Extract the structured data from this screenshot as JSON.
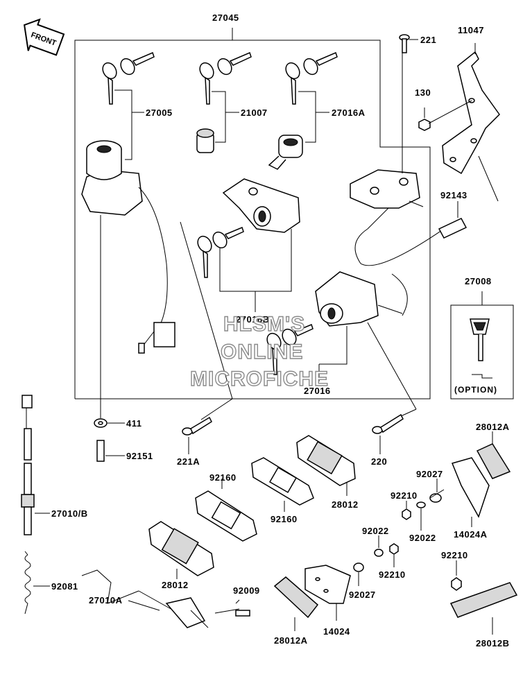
{
  "labels": {
    "p27045": "27045",
    "p221": "221",
    "p11047": "11047",
    "p130": "130",
    "p27005": "27005",
    "p21007": "21007",
    "p27016a": "27016A",
    "p92143": "92143",
    "p27008": "27008",
    "p27016b": "27016B",
    "p27016": "27016",
    "p411": "411",
    "p92151": "92151",
    "p221a": "221A",
    "p220": "220",
    "p28012a_top": "28012A",
    "p92160_a": "92160",
    "p92160_b": "92160",
    "p28012_top": "28012",
    "p92027_top": "92027",
    "p92210_top": "92210",
    "p27010b": "27010/B",
    "p92022_a": "92022",
    "p92022_b": "92022",
    "p14024a": "14024A",
    "p28012_left": "28012",
    "p92210_mid": "92210",
    "p92210_right": "92210",
    "p92081": "92081",
    "p92009": "92009",
    "p27010a": "27010A",
    "p92027_bot": "92027",
    "p28012a_bot": "28012A",
    "p14024": "14024",
    "p28012b": "28012B"
  },
  "front_arrow": "FRONT",
  "option_label": "(OPTION)",
  "watermark": [
    "HLSM'S",
    "ONLINE",
    "MICROFICHE"
  ]
}
